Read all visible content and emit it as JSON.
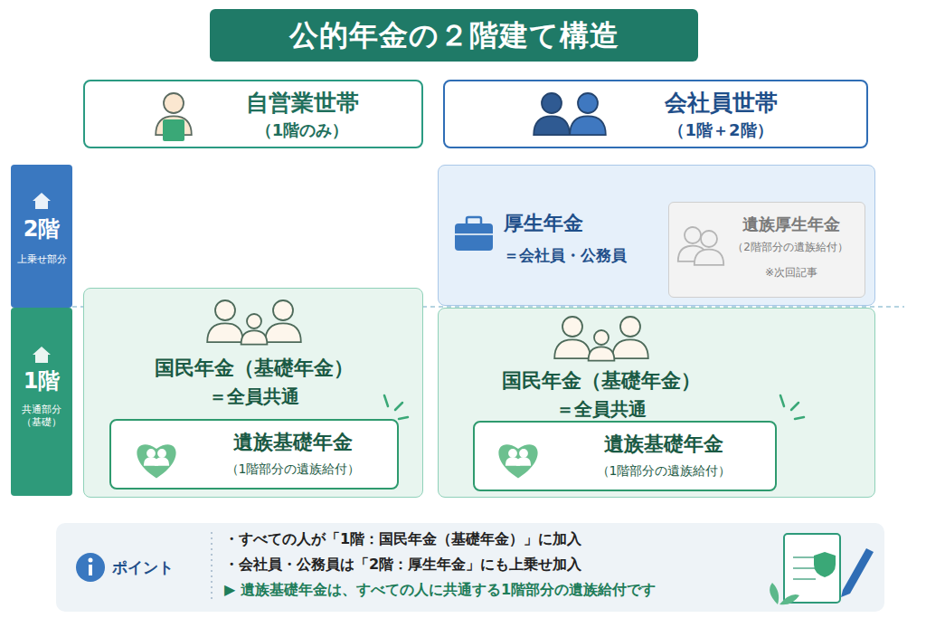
{
  "diagram": {
    "title": "公的年金の２階建て構造",
    "nodes": [
      {
        "text": [
          "自営業世帯",
          "（1階のみ）"
        ]
      },
      {
        "text": [
          "会社員世帯",
          "（1階＋2階）"
        ]
      },
      {
        "text": [
          "2階",
          "上乗せ部分"
        ]
      },
      {
        "text": [
          "1階",
          "共通部分（基礎）"
        ]
      },
      {
        "text": [
          "国民年金（基礎年金）",
          "＝全員共通"
        ]
      },
      {
        "text": [
          "遺族基礎年金",
          "（1階部分の遺族給付）"
        ],
        "in": 4
      },
      {
        "text": [
          "厚生年金",
          "＝会社員・公務員"
        ]
      },
      {
        "text": [
          "遺族厚生年金",
          "（2階部分の遺族給付）",
          "※次回記事"
        ],
        "in": 6
      },
      {
        "text": [
          "国民年金（基礎年金）",
          "＝全員共通"
        ]
      },
      {
        "text": [
          "遺族基礎年金",
          "（1階部分の遺族給付）"
        ],
        "in": 8
      },
      {
        "text": [
          "ポイント",
          "・すべての人が「1階：国民年金（基礎年金）」に加入",
          "・会社員・公務員は「2階：厚生年金」にも上乗せ加入",
          "▶ 遺族基礎年金は、すべての人に共通する1階部分の遺族給付です"
        ]
      }
    ]
  }
}
